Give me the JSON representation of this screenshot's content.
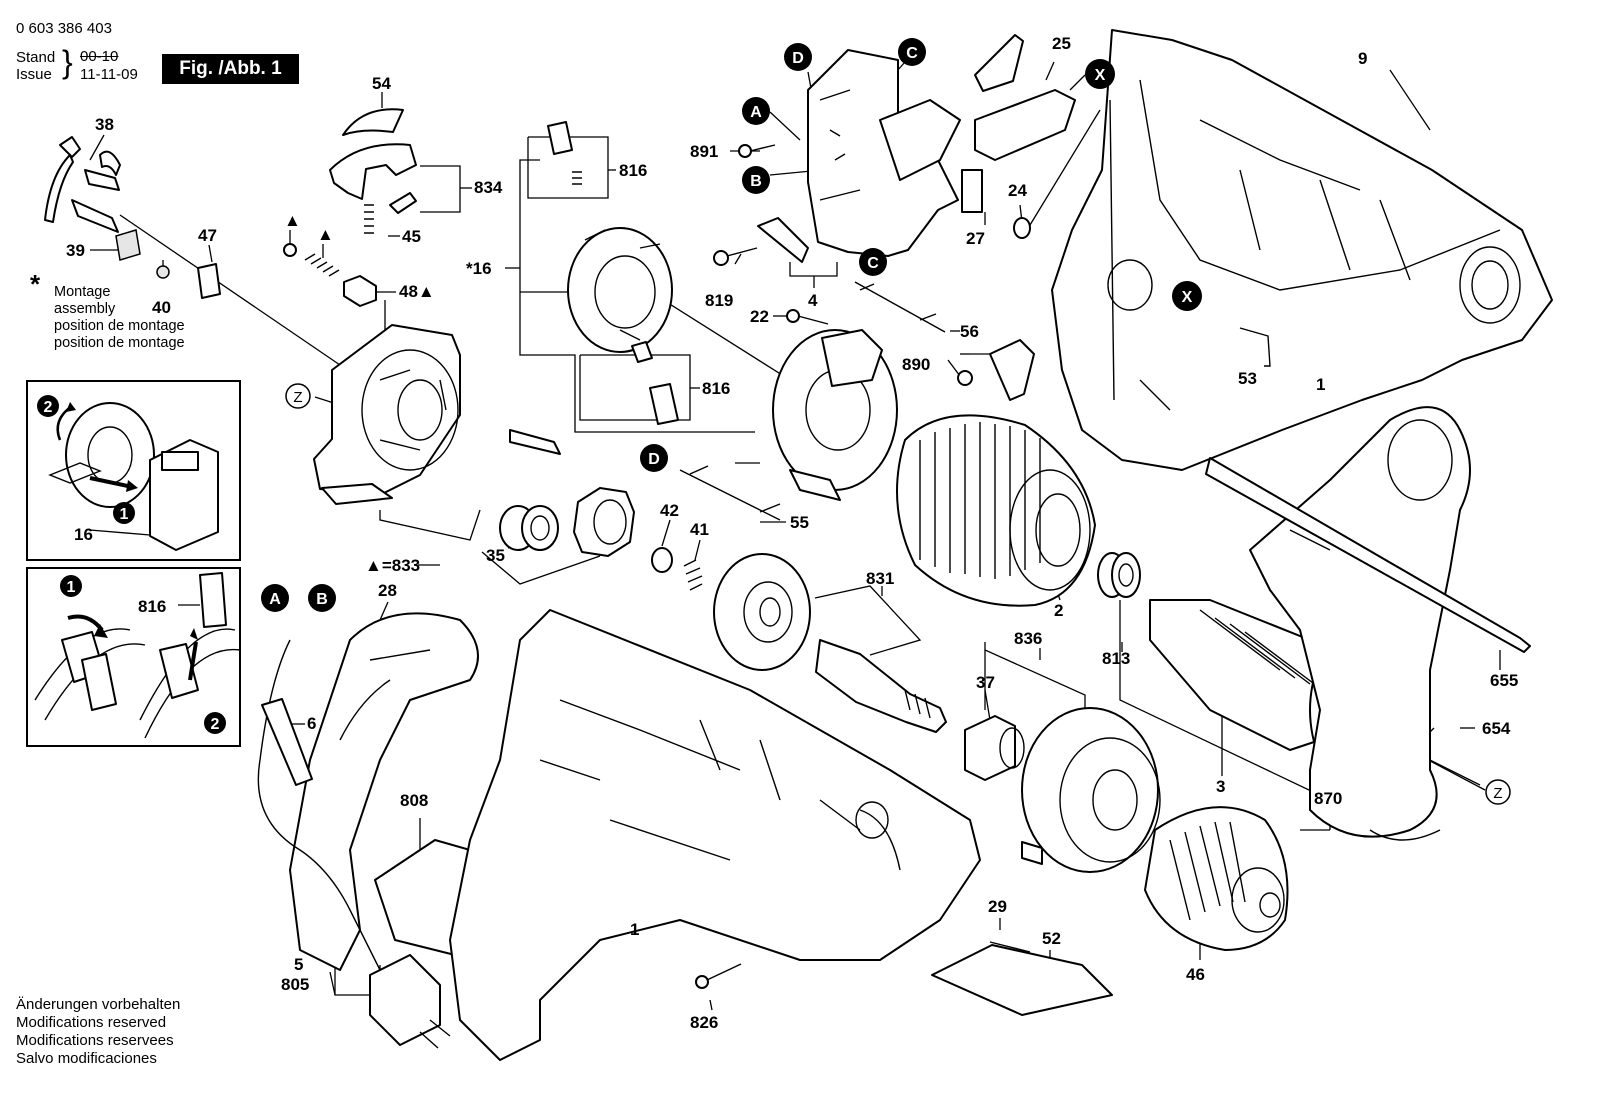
{
  "header": {
    "doc_number": "0 603 386 403",
    "stand_label": "Stand",
    "stand_date": "00-10",
    "issue_label": "Issue",
    "issue_date": "11-11-09",
    "figure_label": "Fig. /Abb. 1"
  },
  "assembly_note": {
    "symbol": "*",
    "lines": [
      "Montage",
      "assembly",
      "position de montage",
      "position de montage"
    ]
  },
  "inset_callouts": [
    "2",
    "1",
    "16",
    "1",
    "816",
    "2"
  ],
  "callout_letters": {
    "A": "A",
    "B": "B",
    "C": "C",
    "D": "D",
    "X": "X",
    "Z": "Z"
  },
  "part_labels": {
    "p38": "38",
    "p39": "39",
    "p40": "40",
    "p47": "47",
    "p54": "54",
    "p834": "834",
    "p45": "45",
    "p48": "48▲",
    "tri1": "▲",
    "tri2": "▲",
    "p16": "*16",
    "p816a": "816",
    "p816b": "816",
    "p891": "891",
    "p819": "819",
    "p4": "4",
    "p22": "22",
    "p56": "56",
    "p890": "890",
    "p25": "25",
    "p24": "24",
    "p27": "27",
    "p9": "9",
    "p53": "53",
    "p1a": "1",
    "p833": "▲=833",
    "p35": "35",
    "p42": "42",
    "p41": "41",
    "p55": "55",
    "p831": "831",
    "p2": "2",
    "p836": "836",
    "p37": "37",
    "p813": "813",
    "p3": "3",
    "p870": "870",
    "p655": "655",
    "p654": "654",
    "p28": "28",
    "p6": "6",
    "p808": "808",
    "p5": "5",
    "p805": "805",
    "p1b": "1",
    "p826": "826",
    "p29": "29",
    "p52": "52",
    "p46": "46"
  },
  "footer": {
    "lines": [
      "Änderungen vorbehalten",
      "Modifications reserved",
      "Modifications reservees",
      "Salvo modificaciones"
    ]
  }
}
